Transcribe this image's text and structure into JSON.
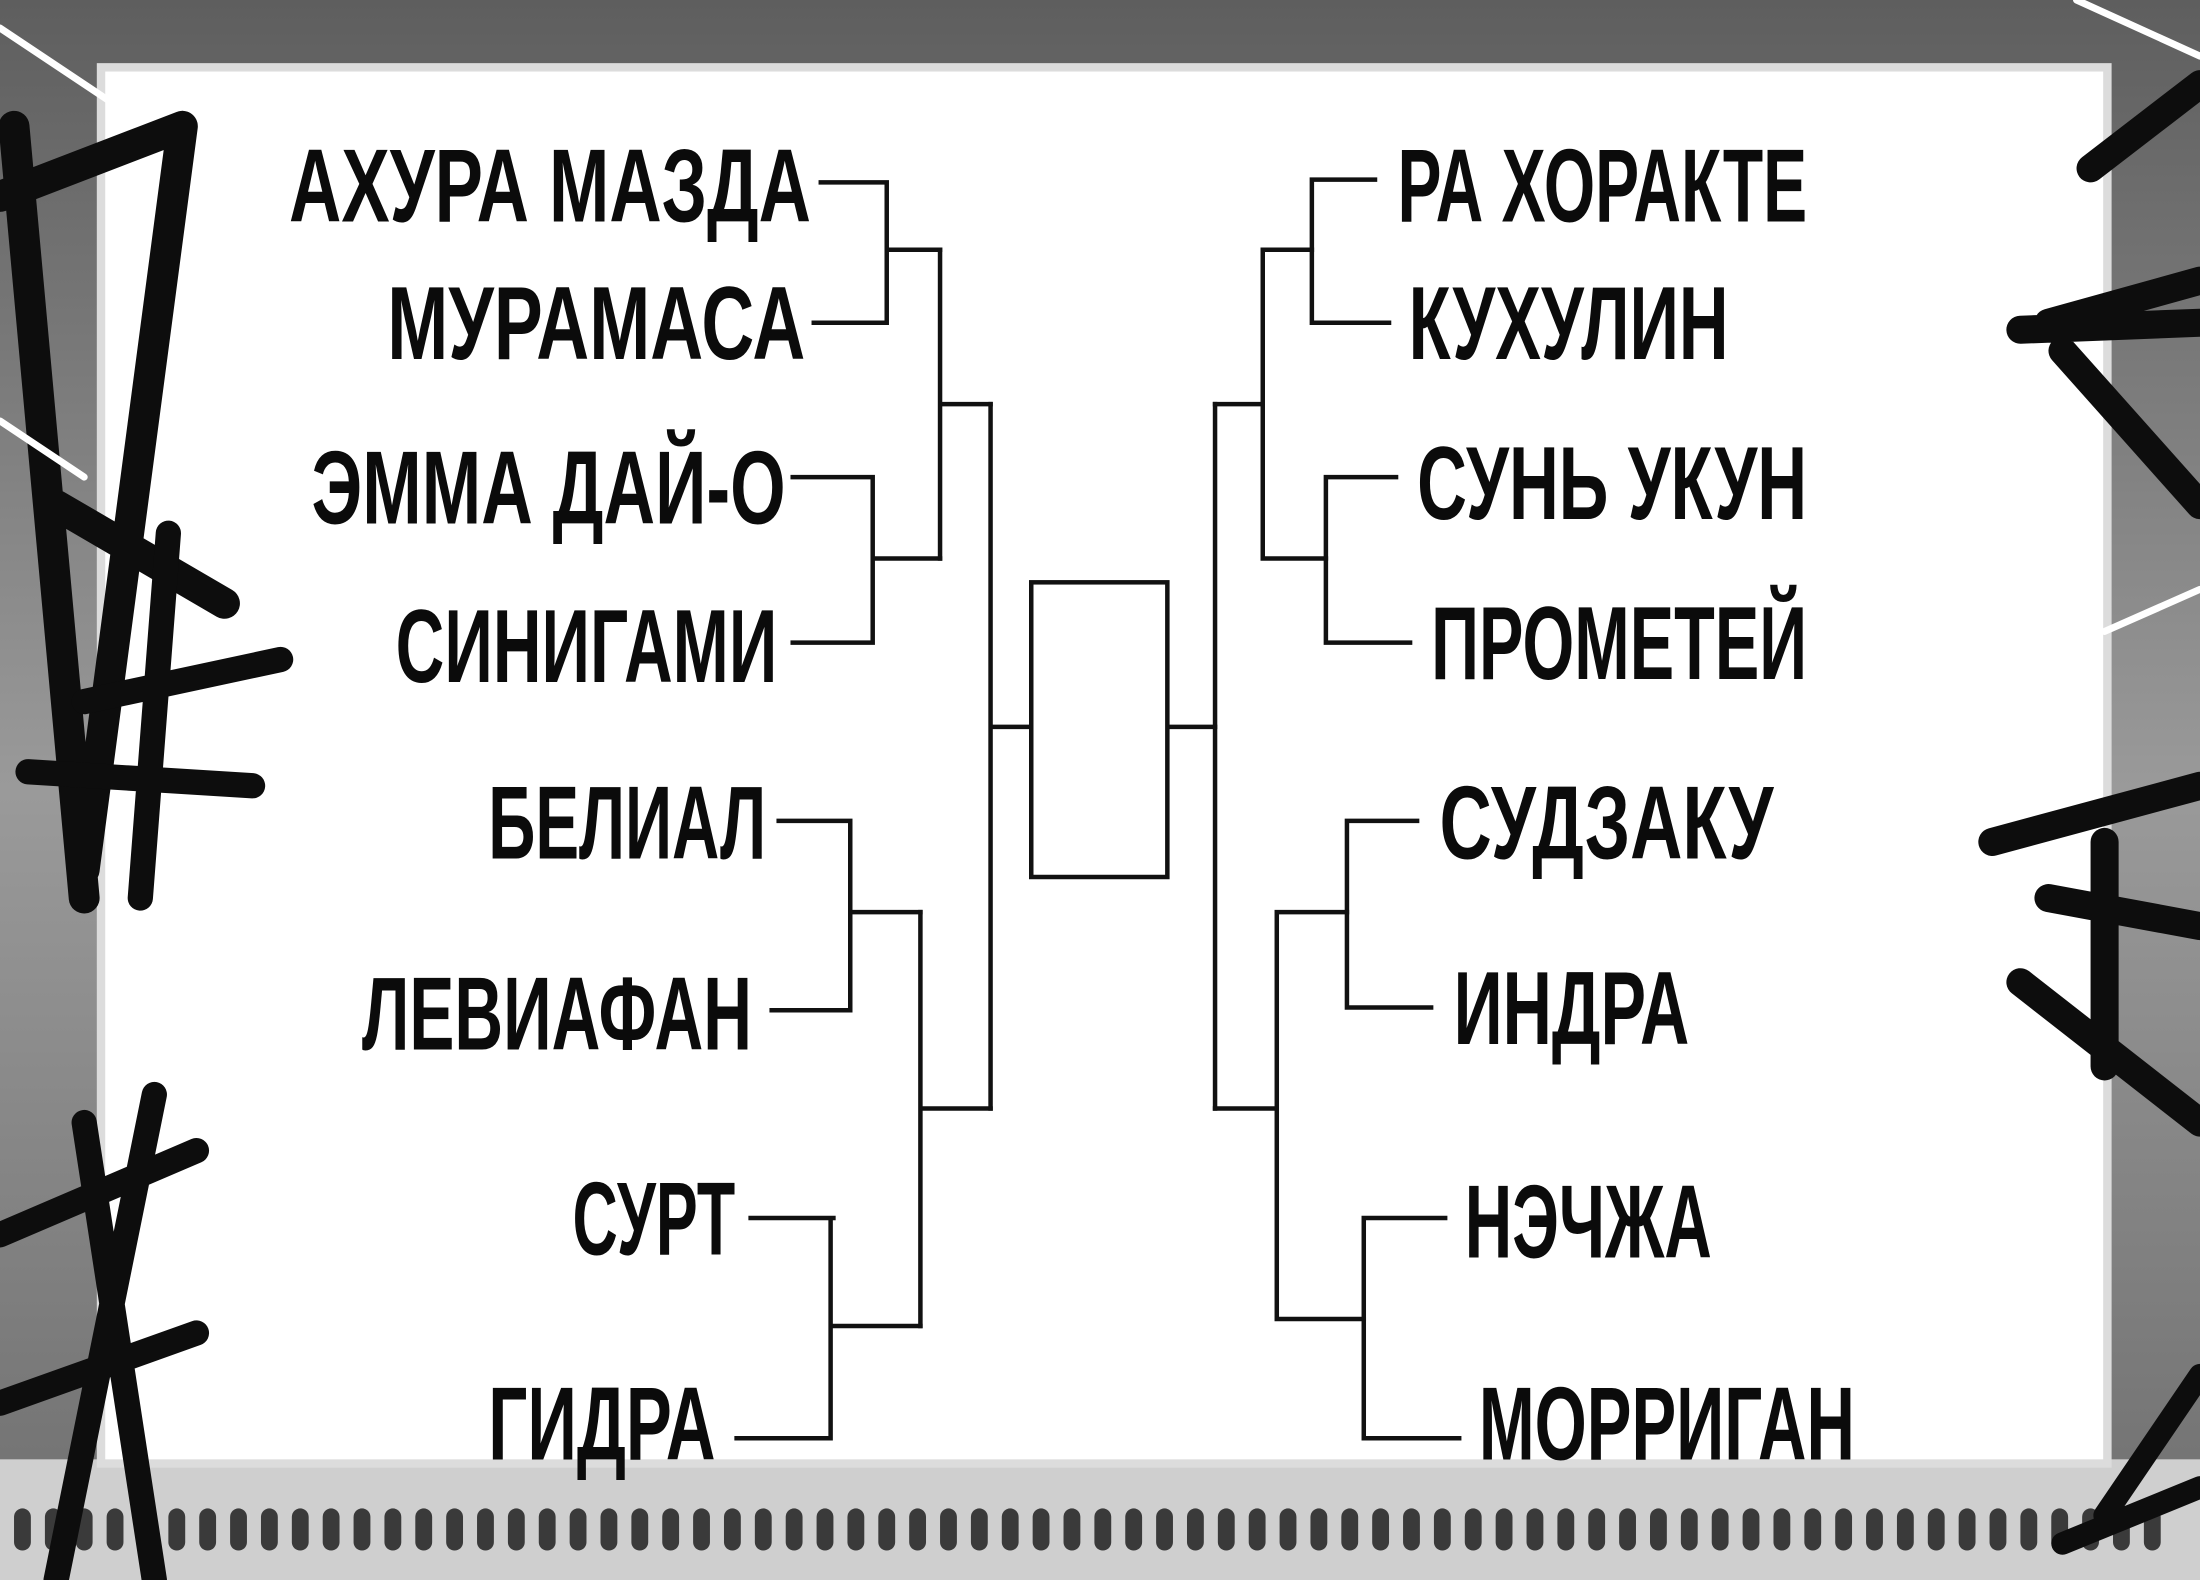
{
  "bracket": {
    "left": [
      "АХУРА МАЗДА",
      "МУРАМАСА",
      "ЭММА ДАЙ-О",
      "СИНИГАМИ",
      "БЕЛИАЛ",
      "ЛЕВИАФАН",
      "СУРТ",
      "ГИДРА"
    ],
    "right": [
      "РА ХОРАКТЕ",
      "КУХУЛИН",
      "СУНЬ УКУН",
      "ПРОМЕТЕЙ",
      "СУДЗАКУ",
      "ИНДРА",
      "НЭЧЖА",
      "МОРРИГАН"
    ],
    "winner": ""
  },
  "colors": {
    "panel": "#ffffff",
    "border": "#8a8a8a",
    "ink": "#111111"
  }
}
